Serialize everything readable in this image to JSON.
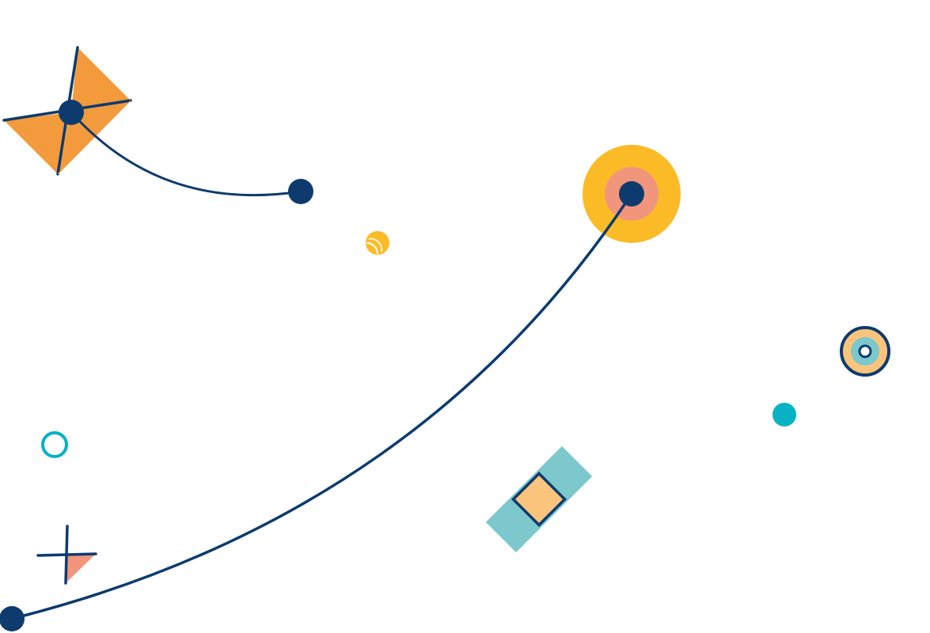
{
  "illustration": {
    "colors": {
      "background": "#ffffff",
      "navy": "#0d3b6e",
      "orange": "#f39a3d",
      "yellow": "#fbbb27",
      "salmon": "#f2957d",
      "teal": "#7cc8cc",
      "cyan": "#07b2c4",
      "peach": "#fbc47c"
    },
    "elements": [
      "pinwheel-kite",
      "kite-string",
      "string-end-dot",
      "yellow-dot",
      "concentric-circle-target",
      "long-curve",
      "curve-start-dot",
      "teal-ring",
      "cross-mark",
      "bandage-shape",
      "target-ring-small",
      "cyan-dot"
    ]
  }
}
